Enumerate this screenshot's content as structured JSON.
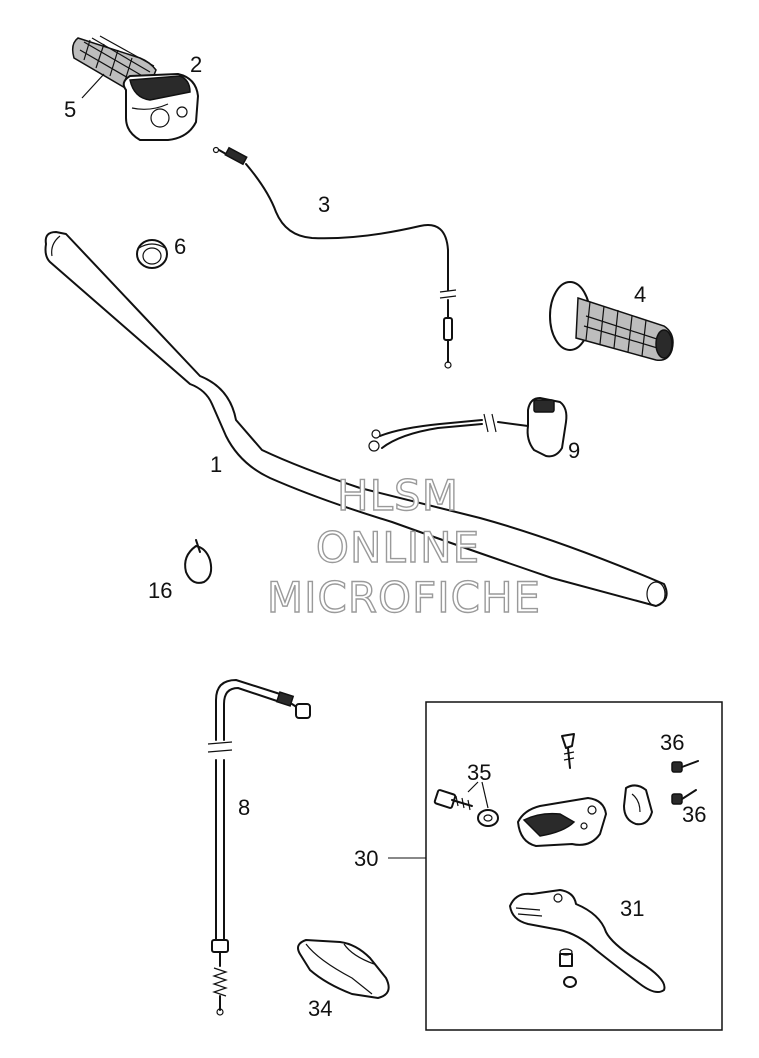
{
  "watermark": {
    "line1": "HLSM",
    "line2": "ONLINE",
    "line3": "MICROFICHE"
  },
  "callouts": [
    {
      "id": "1",
      "label": "1"
    },
    {
      "id": "2",
      "label": "2"
    },
    {
      "id": "3",
      "label": "3"
    },
    {
      "id": "4",
      "label": "4"
    },
    {
      "id": "5",
      "label": "5"
    },
    {
      "id": "6",
      "label": "6"
    },
    {
      "id": "8",
      "label": "8"
    },
    {
      "id": "9",
      "label": "9"
    },
    {
      "id": "16",
      "label": "16"
    },
    {
      "id": "30",
      "label": "30"
    },
    {
      "id": "31",
      "label": "31"
    },
    {
      "id": "34",
      "label": "34"
    },
    {
      "id": "35",
      "label": "35"
    },
    {
      "id": "36a",
      "label": "36"
    },
    {
      "id": "36b",
      "label": "36"
    }
  ]
}
